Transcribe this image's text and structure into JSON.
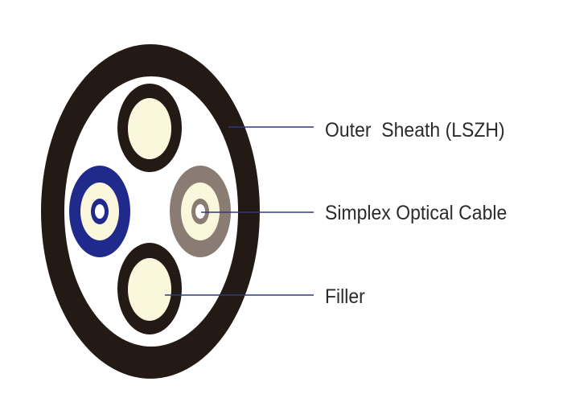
{
  "labels": {
    "outer_sheath": "Outer  Sheath (LSZH)",
    "simplex_cable": "Simplex Optical Cable",
    "filler": "Filler"
  },
  "colors": {
    "sheath": "#231a15",
    "inner_fill": "#ffffff",
    "filler_core": "#fbf7dc",
    "filler_jacket": "#231a15",
    "simplex_blue": "#1f2a8c",
    "simplex_grey": "#8a7c72",
    "simplex_core": "#fbf7dc",
    "leader_line": "#2e3a7a",
    "text": "#2b2b2b"
  }
}
